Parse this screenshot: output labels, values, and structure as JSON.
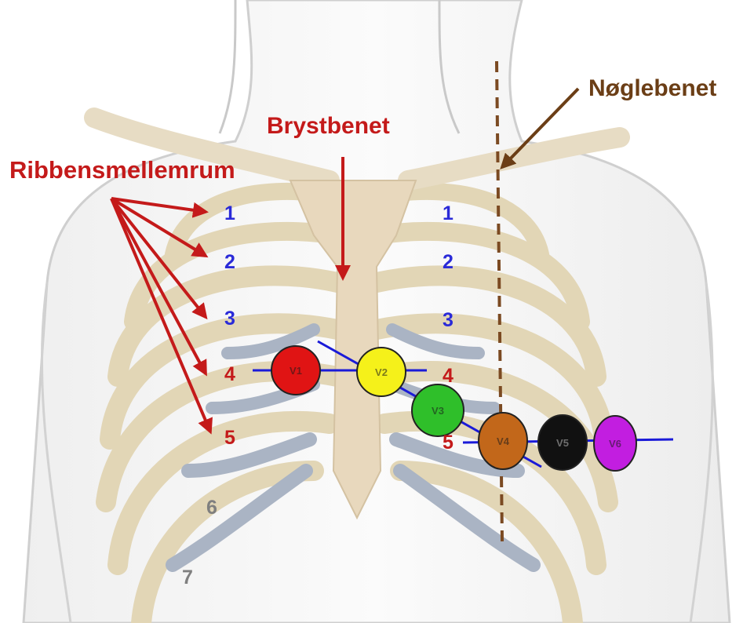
{
  "labels": {
    "intercostal": "Ribbensmellemrum",
    "sternum": "Brystbenet",
    "clavicle": "Nøglebenet"
  },
  "rib_numbers_left": [
    "1",
    "2",
    "3",
    "4",
    "5",
    "6",
    "7"
  ],
  "rib_numbers_right": [
    "1",
    "2",
    "3",
    "4",
    "5"
  ],
  "electrodes": [
    {
      "name": "V1",
      "color": "#e01414"
    },
    {
      "name": "V2",
      "color": "#f5f11a"
    },
    {
      "name": "V3",
      "color": "#2fbf2a"
    },
    {
      "name": "V4",
      "color": "#c2671a"
    },
    {
      "name": "V5",
      "color": "#111111"
    },
    {
      "name": "V6",
      "color": "#c21ee0"
    }
  ],
  "colors": {
    "label_red": "#c41a1a",
    "clavicle_brown": "#6b3e16",
    "guide_line_blue": "#1a1ad8",
    "rib_number_blue": "#2a2ad8"
  }
}
